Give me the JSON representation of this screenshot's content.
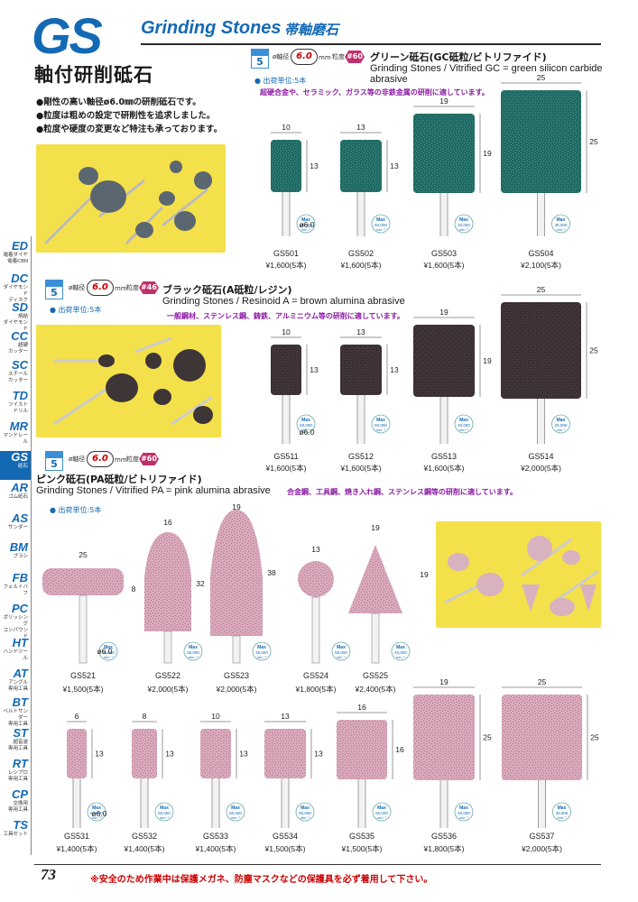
{
  "header": {
    "logo": "GS",
    "title_en": "Grinding Stones",
    "title_jp_sub": "帯軸磨石",
    "title_jp": "軸付研削砥石"
  },
  "intro": {
    "bullets": [
      "●剛性の高い軸径ø6.0㎜の研削砥石です。",
      "●粒度は粗めの設定で研削性を追求しました。",
      "●粒度や硬度の変更など特注も承っております。"
    ]
  },
  "sidebar": [
    {
      "code": "ED",
      "label": "電着ダイヤ\n電着CBN"
    },
    {
      "code": "DC",
      "label": "ダイヤモンド\nディスク"
    },
    {
      "code": "SD",
      "label": "焼結\nダイヤモンド"
    },
    {
      "code": "CC",
      "label": "超硬\nカッター"
    },
    {
      "code": "SC",
      "label": "スチール\nカッター"
    },
    {
      "code": "TD",
      "label": "ツイスト\nドリル"
    },
    {
      "code": "MR",
      "label": "マンドレール"
    },
    {
      "code": "GS",
      "label": "砥石",
      "active": true
    },
    {
      "code": "AR",
      "label": "ゴム砥石"
    },
    {
      "code": "AS",
      "label": "サンダー"
    },
    {
      "code": "BM",
      "label": "ブラシ"
    },
    {
      "code": "FB",
      "label": "フェルトバフ"
    },
    {
      "code": "PC",
      "label": "ポリッシング\nコンパウンド"
    },
    {
      "code": "HT",
      "label": "ハンドツール"
    },
    {
      "code": "AT",
      "label": "アングル\n専用工具"
    },
    {
      "code": "BT",
      "label": "ベルトサンダー\n専用工具"
    },
    {
      "code": "ST",
      "label": "超音波\n専用工具"
    },
    {
      "code": "RT",
      "label": "レシプロ\n専用工具"
    },
    {
      "code": "CP",
      "label": "交換用\n専用工具"
    },
    {
      "code": "TS",
      "label": "工具セット"
    }
  ],
  "common": {
    "shank_label": "ø軸径",
    "shank_value": "6.0",
    "shank_unit": "mm",
    "grit_label": "粒度",
    "ship_unit": "● 出荷単位:5本",
    "box_count": "5",
    "phi_label": "ø6.0",
    "max_label": "Max"
  },
  "sections": [
    {
      "jp": "グリーン砥石(GC砥粒/ビトリファイド)",
      "en": "Grinding Stones / Vitrified GC = green silicon carbide abrasive",
      "desc": "超硬合金や、セラミック、ガラス等の非鉄金属の研削に適しています。",
      "grit": "#60",
      "items": [
        {
          "code": "GS501",
          "price": "¥1,600",
          "unit": "(5本)",
          "w": "10",
          "h": "13",
          "max": "50,000"
        },
        {
          "code": "GS502",
          "price": "¥1,600",
          "unit": "(5本)",
          "w": "13",
          "h": "13",
          "max": "50,000"
        },
        {
          "code": "GS503",
          "price": "¥1,600",
          "unit": "(5本)",
          "w": "19",
          "h": "19",
          "max": "40,000"
        },
        {
          "code": "GS504",
          "price": "¥2,100",
          "unit": "(5本)",
          "w": "25",
          "h": "25",
          "max": "35,000"
        }
      ]
    },
    {
      "jp": "ブラック砥石(A砥粒/レジン)",
      "en": "Grinding Stones / Resinoid  A = brown alumina abrasive",
      "desc": "一般鋼材、ステンレス鋼、鋳鉄、アルミニウム等の研削に適しています。",
      "grit": "#46",
      "items": [
        {
          "code": "GS511",
          "price": "¥1,600",
          "unit": "(5本)",
          "w": "10",
          "h": "13",
          "max": "50,000"
        },
        {
          "code": "GS512",
          "price": "¥1,600",
          "unit": "(5本)",
          "w": "13",
          "h": "13",
          "max": "50,000"
        },
        {
          "code": "GS513",
          "price": "¥1,600",
          "unit": "(5本)",
          "w": "19",
          "h": "19",
          "max": "40,000"
        },
        {
          "code": "GS514",
          "price": "¥2,000",
          "unit": "(5本)",
          "w": "25",
          "h": "25",
          "max": "25,000"
        }
      ]
    },
    {
      "jp": "ピンク砥石(PA砥粒/ビトリファイド)",
      "en": "Grinding Stones / Vitrified PA = pink alumina abrasive",
      "desc": "合金鋼、工具鋼、焼き入れ鋼、ステンレス鋼等の研削に適しています。",
      "grit": "#60",
      "items_a": [
        {
          "code": "GS521",
          "price": "¥1,500",
          "unit": "(5本)",
          "w": "25",
          "h": "8",
          "max": "35,000"
        },
        {
          "code": "GS522",
          "price": "¥2,000",
          "unit": "(5本)",
          "w": "16",
          "h": "32",
          "max": "35,000"
        },
        {
          "code": "GS523",
          "price": "¥2,000",
          "unit": "(5本)",
          "w": "19",
          "h": "38",
          "max": "35,000"
        },
        {
          "code": "GS524",
          "price": "¥1,800",
          "unit": "(5本)",
          "w": "13",
          "h": "",
          "max": "50,000"
        },
        {
          "code": "GS525",
          "price": "¥2,400",
          "unit": "(5本)",
          "w": "19",
          "h": "19",
          "max": "40,000"
        }
      ],
      "items_b": [
        {
          "code": "GS531",
          "price": "¥1,400",
          "unit": "(5本)",
          "w": "6",
          "h": "13",
          "max": "60,000"
        },
        {
          "code": "GS532",
          "price": "¥1,400",
          "unit": "(5本)",
          "w": "8",
          "h": "13",
          "max": "60,000"
        },
        {
          "code": "GS533",
          "price": "¥1,400",
          "unit": "(5本)",
          "w": "10",
          "h": "13",
          "max": "50,000"
        },
        {
          "code": "GS534",
          "price": "¥1,500",
          "unit": "(5本)",
          "w": "13",
          "h": "13",
          "max": "50,000"
        },
        {
          "code": "GS535",
          "price": "¥1,500",
          "unit": "(5本)",
          "w": "16",
          "h": "16",
          "max": "50,000"
        },
        {
          "code": "GS536",
          "price": "¥1,800",
          "unit": "(5本)",
          "w": "19",
          "h": "25",
          "max": "40,000"
        },
        {
          "code": "GS537",
          "price": "¥2,000",
          "unit": "(5本)",
          "w": "25",
          "h": "25",
          "max": "35,000"
        }
      ]
    }
  ],
  "footer": {
    "page": "73",
    "note": "※安全のため作業中は保護メガネ、防塵マスクなどの保護具を必ず着用して下さい。"
  },
  "colors": {
    "brand": "#1469b4",
    "green_stone": "#1f6b63",
    "black_stone": "#3a2f33",
    "pink_stone": "#d9a8bb",
    "photo_bg": "#f4e04a"
  }
}
